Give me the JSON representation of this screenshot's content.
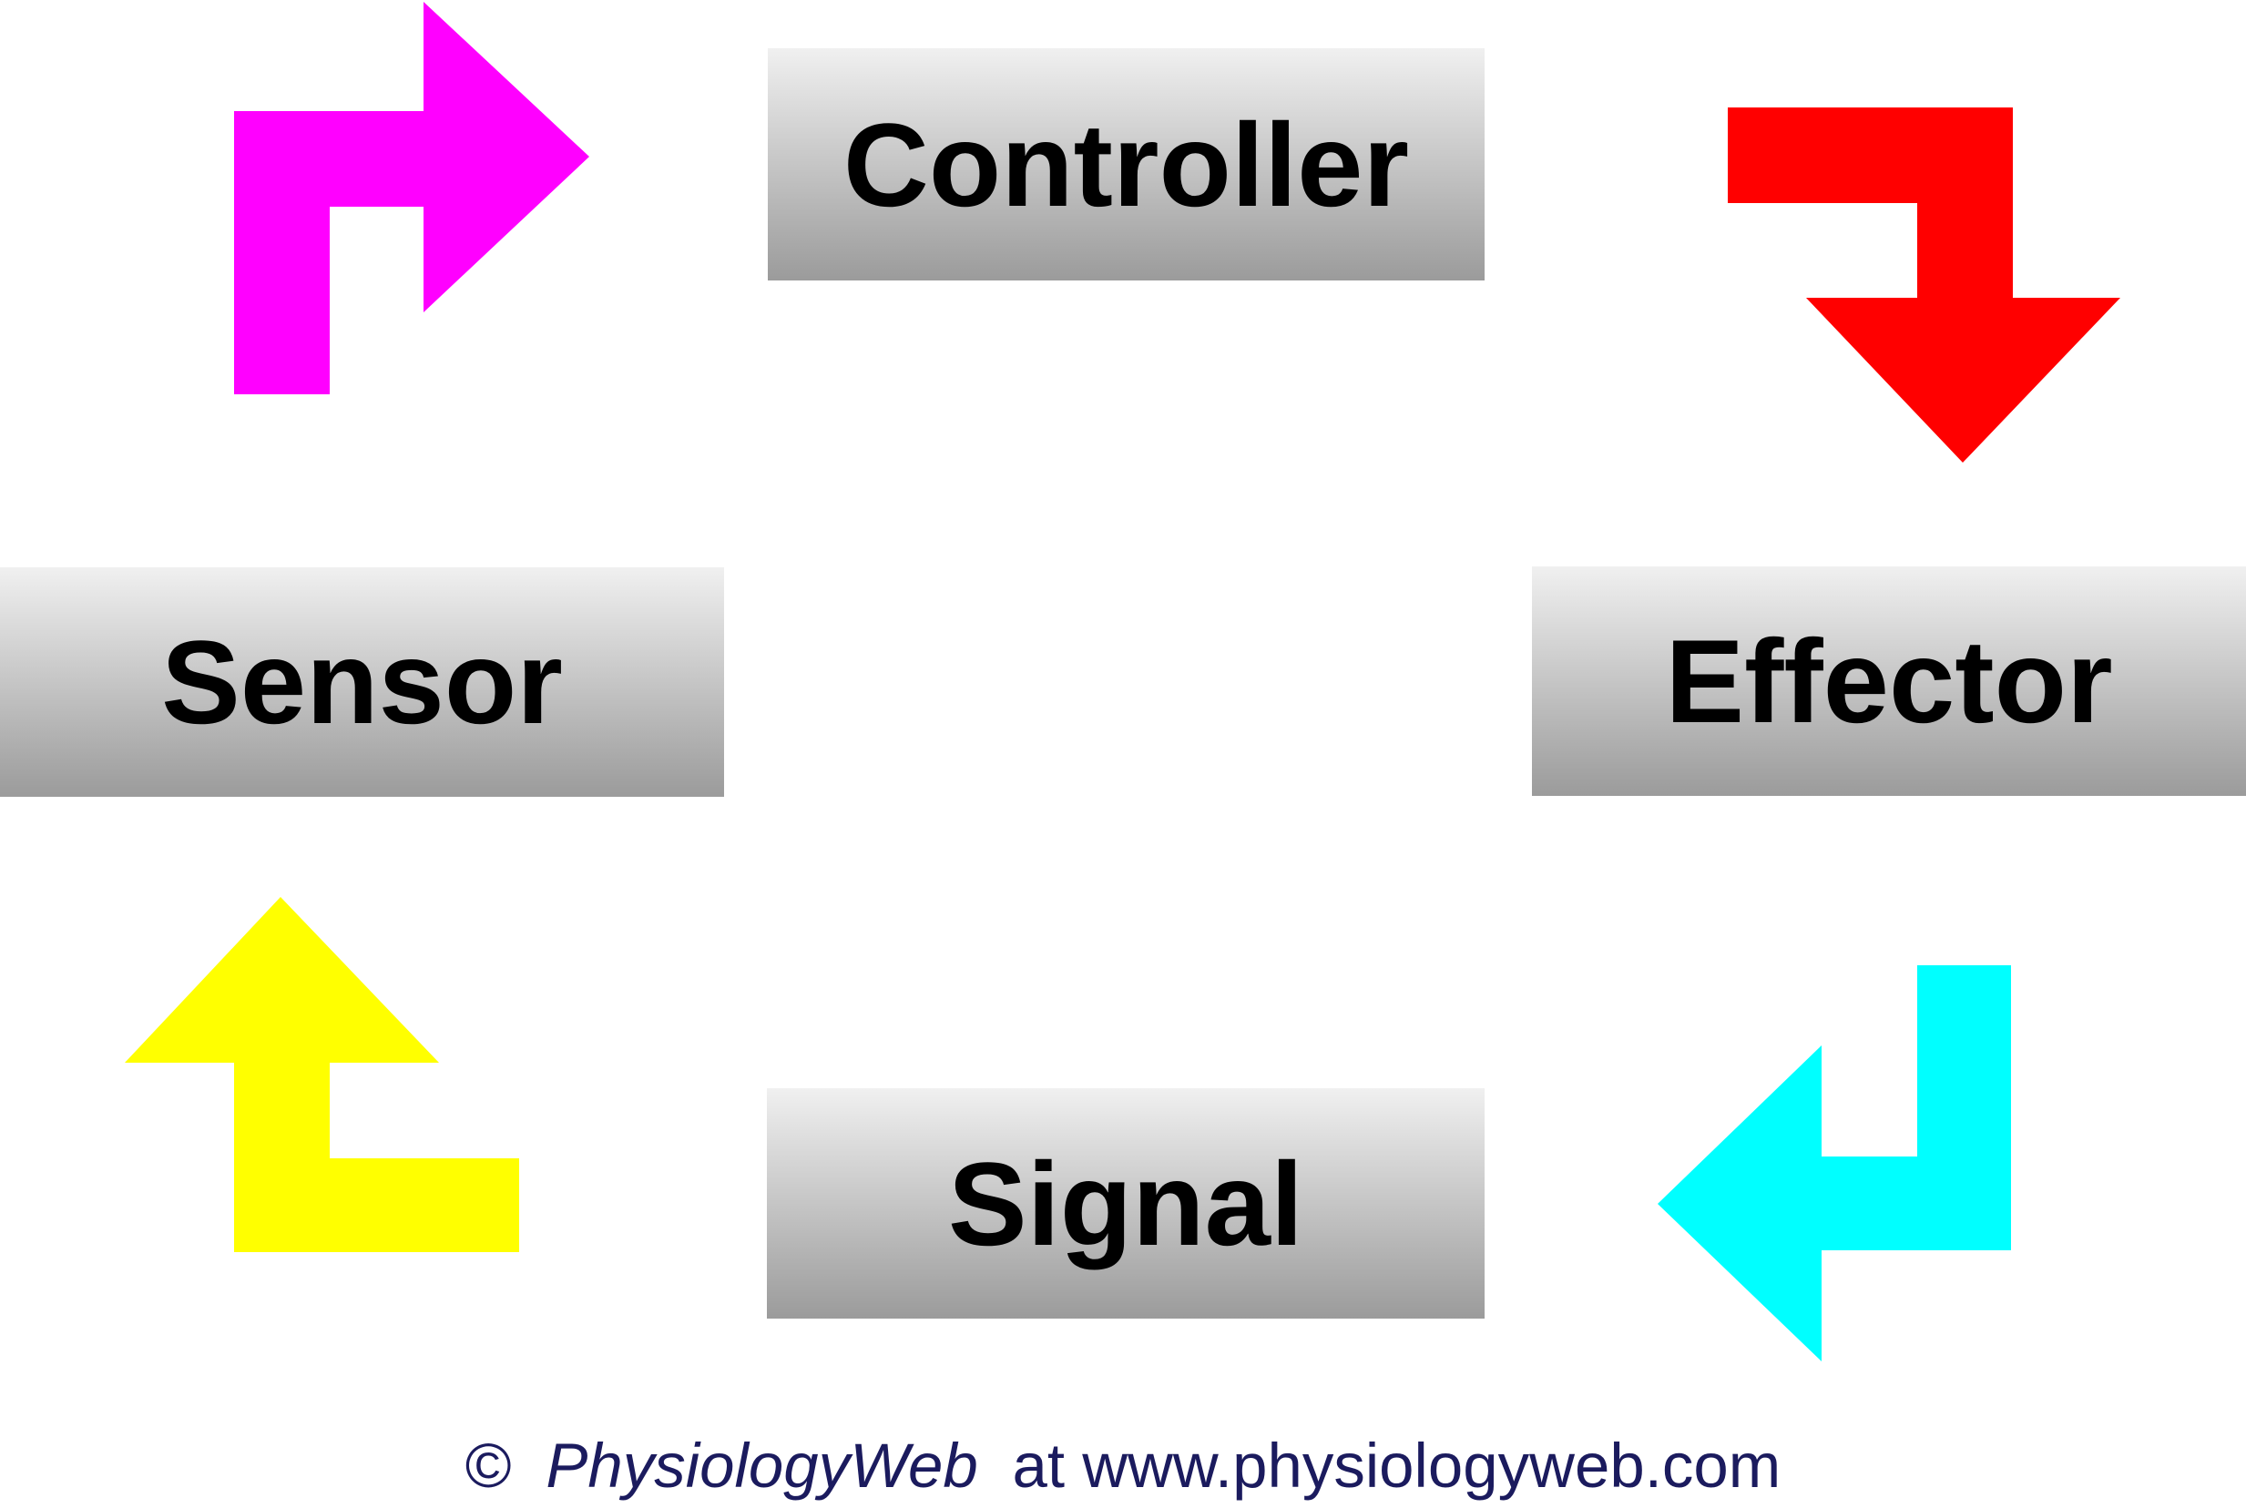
{
  "diagram": {
    "boxes": {
      "controller": {
        "label": "Controller"
      },
      "effector": {
        "label": "Effector"
      },
      "signal": {
        "label": "Signal"
      },
      "sensor": {
        "label": "Sensor"
      }
    },
    "box_style": {
      "gradient_top": "#F0F0F0",
      "gradient_bottom": "#9B9B9B",
      "label_color": "#000000"
    },
    "arrows": {
      "sensor_to_controller": {
        "color": "#FF00FF",
        "direction": "right"
      },
      "controller_to_effector": {
        "color": "#FF0000",
        "direction": "down"
      },
      "effector_to_signal": {
        "color": "#00FFFF",
        "direction": "left"
      },
      "signal_to_sensor": {
        "color": "#FFFF00",
        "direction": "up"
      }
    }
  },
  "footer": {
    "copyright_symbol": "©",
    "site_name": "PhysiologyWeb",
    "suffix": "at www.physiologyweb.com",
    "text_color": "#1B1B5E"
  }
}
